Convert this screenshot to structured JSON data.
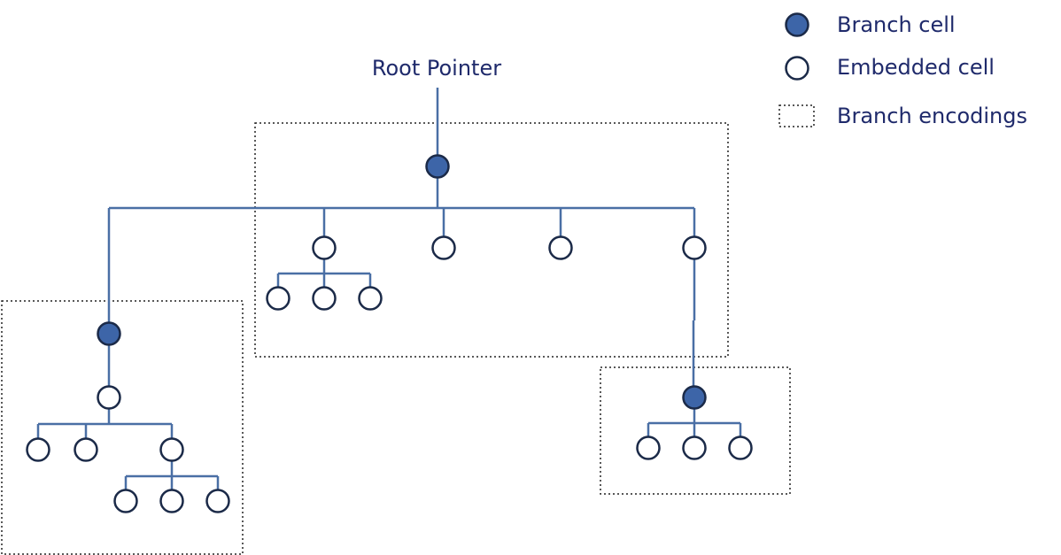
{
  "diagram": {
    "root_label": "Root Pointer",
    "legend": {
      "branch_cell": "Branch cell",
      "embedded_cell": "Embedded cell",
      "branch_encodings": "Branch encodings"
    }
  },
  "colors": {
    "branch_fill": "#3d65a8",
    "edge": "#4a6fa5",
    "outline": "#1b2a48",
    "text": "#1f2a6b"
  }
}
